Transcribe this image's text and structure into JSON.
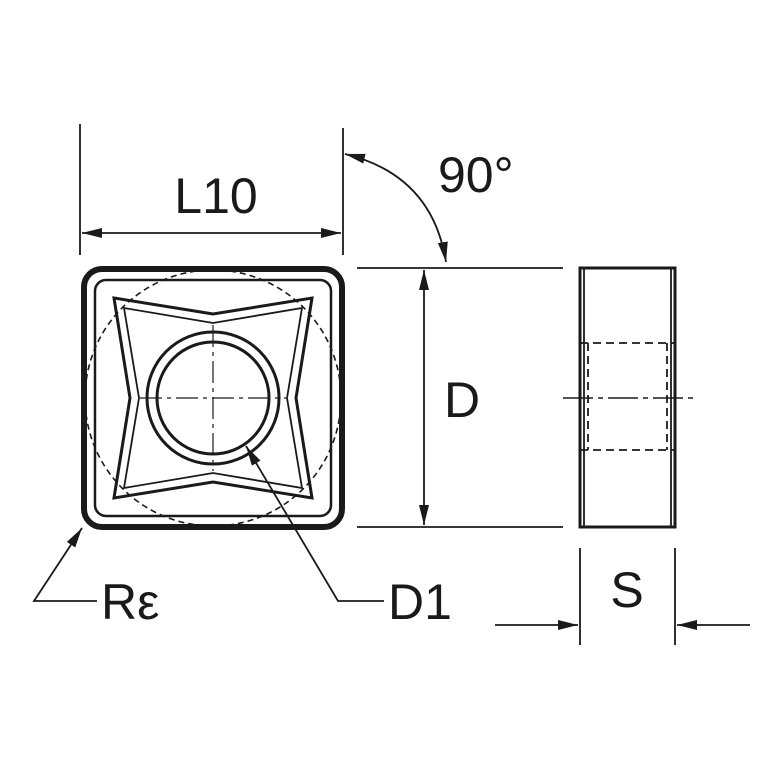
{
  "labels": {
    "length": "L10",
    "angle": "90°",
    "diameter": "D",
    "corner_radius": "Rε",
    "hole_diameter": "D1",
    "thickness": "S"
  },
  "colors": {
    "line": "#1a1a1a",
    "background": "#ffffff"
  }
}
